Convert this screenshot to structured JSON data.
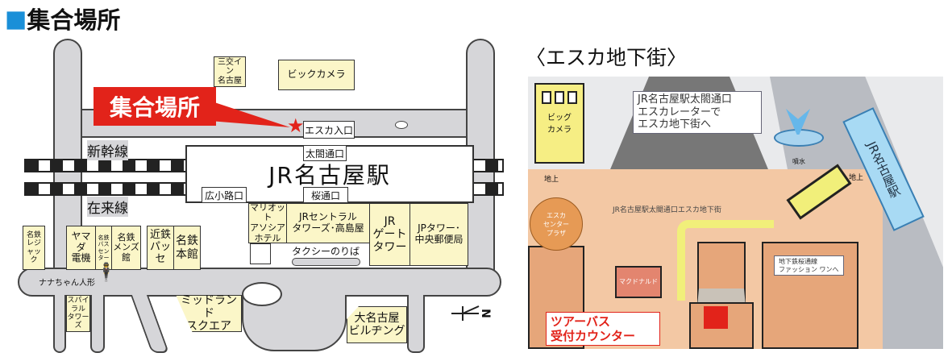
{
  "title": {
    "marker": "■",
    "text": "集合場所"
  },
  "left_map": {
    "meeting_point_label": "集合場所",
    "station_name": "JR名古屋駅",
    "lines": {
      "shinkansen": "新幹線",
      "zairaisen": "在来線"
    },
    "exits": {
      "esca": "エスカ入口",
      "taiko": "太閤通口",
      "hirokoji": "広小路口",
      "sakura": "桜通口"
    },
    "buildings": {
      "sankoin": "三交イン\n名古屋",
      "bic": "ビックカメラ",
      "reja": "名鉄\nレジャック",
      "yamada": "ヤマダ\n電機",
      "busc": "名鉄\nバス\nセンター",
      "mens": "名鉄\nメンズ館",
      "passe": "近鉄\nパッセ",
      "honkan": "名鉄\n本館",
      "marriott": "マリオット\nアソシア\nホテル",
      "central": "JRセントラル\nタワーズ･高島屋",
      "gate": "JR\nゲート\nタワー",
      "jp": "JPタワー･\n中央郵便局",
      "spiral": "スパイラル\nタワーズ",
      "midland": "ミッドランド\nスクエア",
      "dainagoya": "大名古屋\nビルヂング"
    },
    "taxi": "タクシーのりば",
    "nanachan": "ナナちゃん人形",
    "compass": "N"
  },
  "right_map": {
    "title": "〈エスカ地下街〉",
    "bic": "ビッグ\nカメラ",
    "callout_escalator": "JR名古屋駅太閤通口\nエスカレーターで\nエスカ地下街へ",
    "station": "JR名古屋駅",
    "fountain": "噴水",
    "ground1": "地上",
    "ground2": "地上",
    "street": "JR名古屋駅太閤通口エスカ地下街",
    "plaza": "エスカ\nセンター\nプラザ",
    "mcd": "マクドナルド",
    "callout_passage": "地下鉄桜通線\nファッション ワンへ",
    "counter": "ツアーバス\n受付カウンター"
  },
  "colors": {
    "accent_red": "#e2231a",
    "title_blue": "#1a8fd8",
    "building": "#fbf6c8",
    "road": "#d6d6d9"
  }
}
